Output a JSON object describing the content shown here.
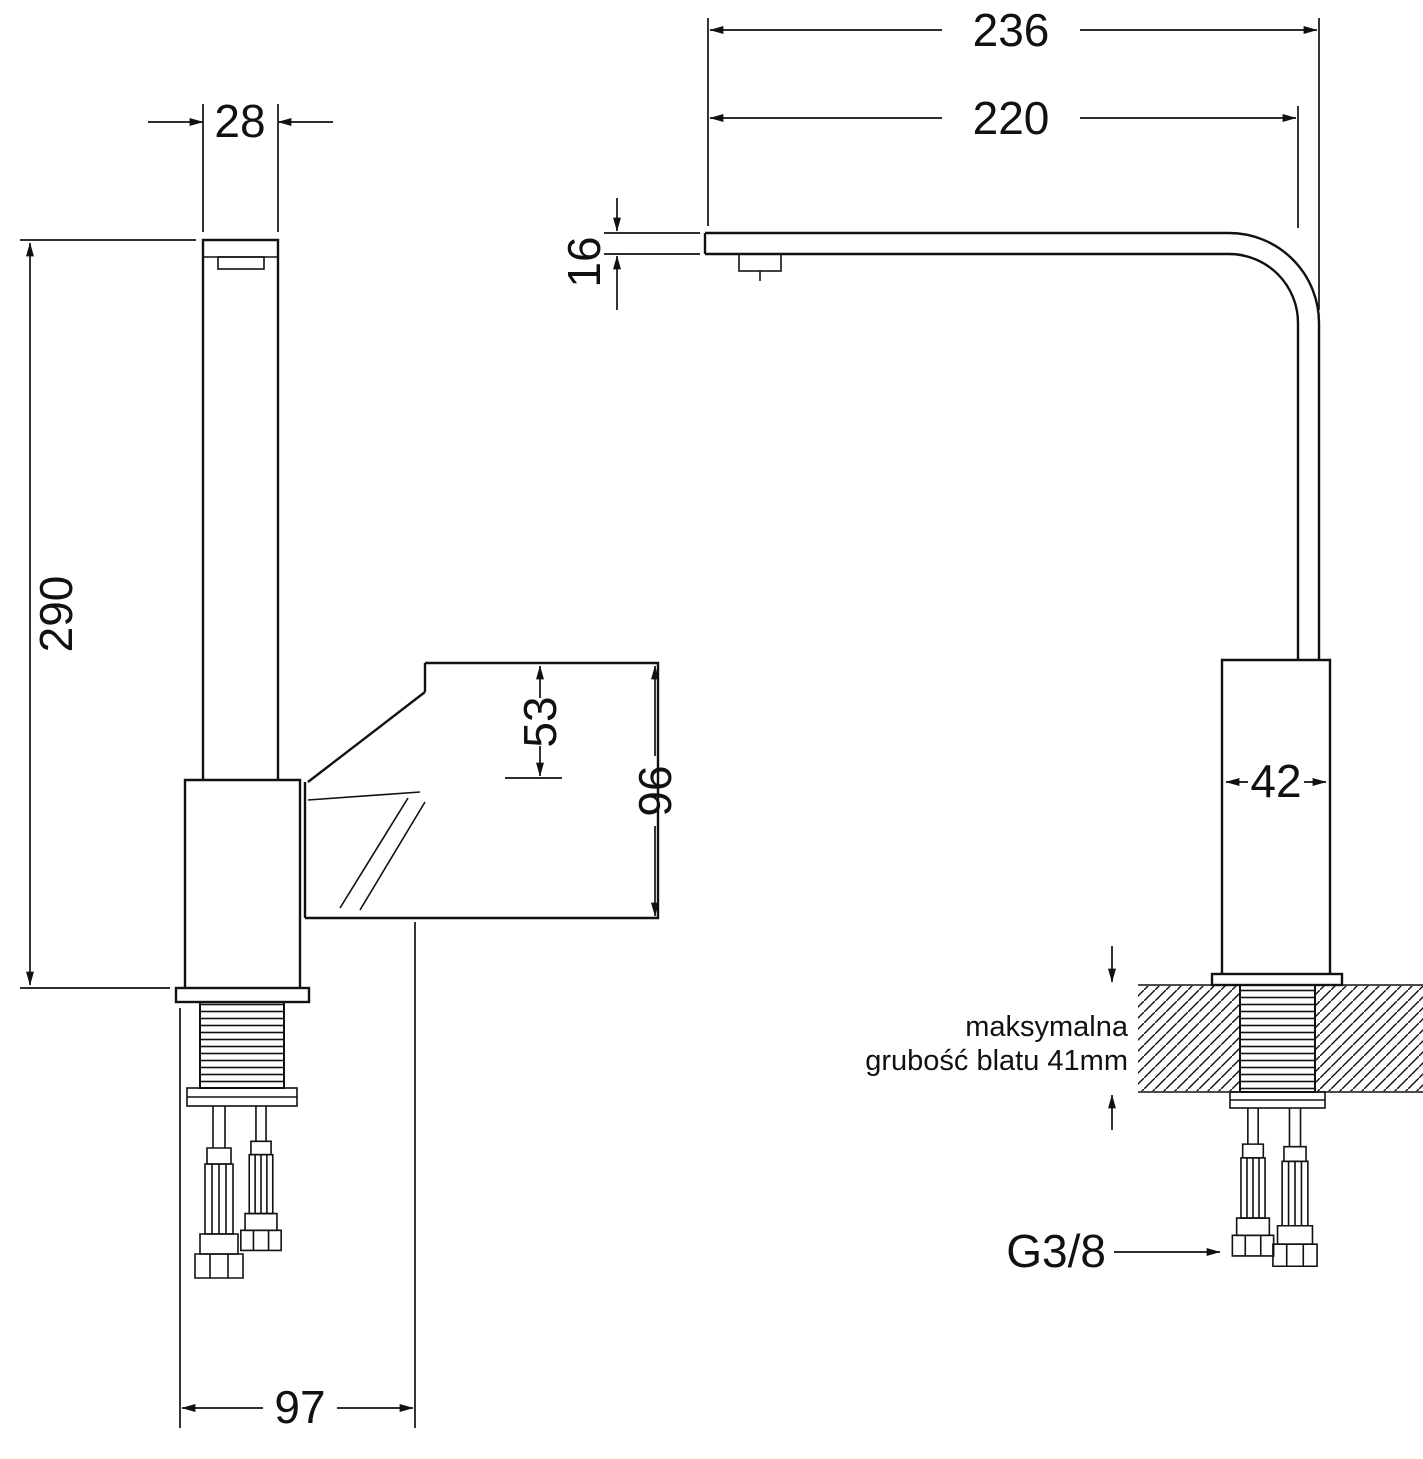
{
  "colors": {
    "line": "#111111",
    "background": "#ffffff"
  },
  "left_view": {
    "dim_spout_width": "28",
    "dim_total_height": "290",
    "dim_handle_top_offset": "53",
    "dim_handle_height": "96",
    "dim_base_depth": "97"
  },
  "right_view": {
    "dim_total_reach": "236",
    "dim_spout_reach": "220",
    "dim_spout_thickness": "16",
    "dim_body_width": "42",
    "counter_note_line1": "maksymalna",
    "counter_note_line2": "grubość blatu 41mm",
    "thread_size": "G3/8"
  }
}
